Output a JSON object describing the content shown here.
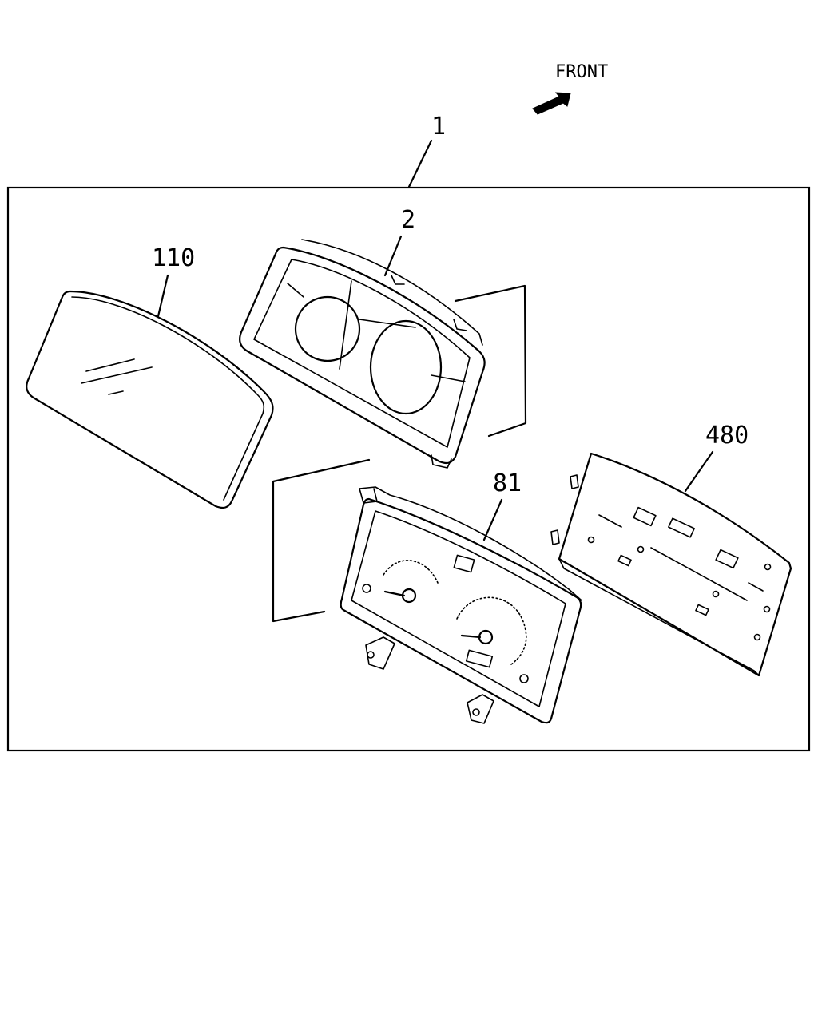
{
  "orientation": {
    "text": "FRONT"
  },
  "callouts": {
    "assembly": "1",
    "bezel": "2",
    "lens": "110",
    "gauge_panel": "81",
    "circuit_board": "480"
  }
}
